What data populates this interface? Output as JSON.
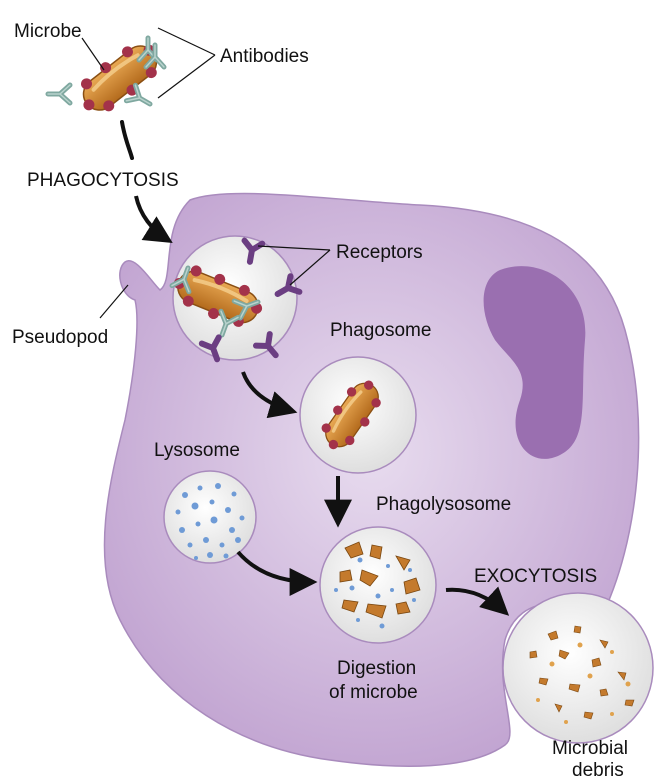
{
  "labels": {
    "microbe": "Microbe",
    "antibodies": "Antibodies",
    "phagocytosis": "PHAGOCYTOSIS",
    "receptors": "Receptors",
    "pseudopod": "Pseudopod",
    "phagosome": "Phagosome",
    "lysosome": "Lysosome",
    "phagolysosome": "Phagolysosome",
    "exocytosis": "EXOCYTOSIS",
    "digestion_line1": "Digestion",
    "digestion_line2": "of microbe",
    "debris_line1": "Microbial",
    "debris_line2": "debris"
  },
  "colors": {
    "cell_fill": "#c4a9d3",
    "cell_edge": "#a98bbd",
    "nucleus": "#9a6fb0",
    "microbe_body": "#c8812a",
    "microbe_spots": "#a3324a",
    "antibody": "#7fa8a0",
    "receptor": "#6b3e82",
    "vesicle_fill": "#efefef",
    "lysosome_dots": "#6f9bd6",
    "debris": "#c47a2d"
  }
}
